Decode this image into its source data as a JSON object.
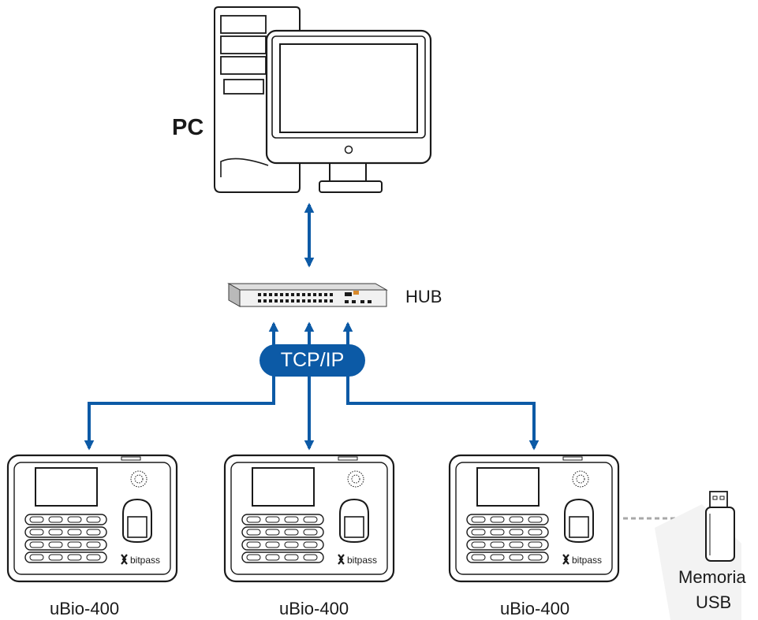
{
  "pc": {
    "label": "PC",
    "icon": "desktop-computer-icon"
  },
  "hub": {
    "label": "HUB",
    "icon": "network-switch-icon"
  },
  "network": {
    "protocol": "TCP/IP"
  },
  "devices": [
    {
      "label": "uBio-400",
      "brand": "bitpass"
    },
    {
      "label": "uBio-400",
      "brand": "bitpass"
    },
    {
      "label": "uBio-400",
      "brand": "bitpass"
    }
  ],
  "usb": {
    "line1": "Memoria",
    "line2": "USB",
    "icon": "usb-drive-icon"
  },
  "colors": {
    "connector": "#0c5aa6",
    "outline": "#1a1a1a",
    "usb_link": "#a8a8a8"
  }
}
